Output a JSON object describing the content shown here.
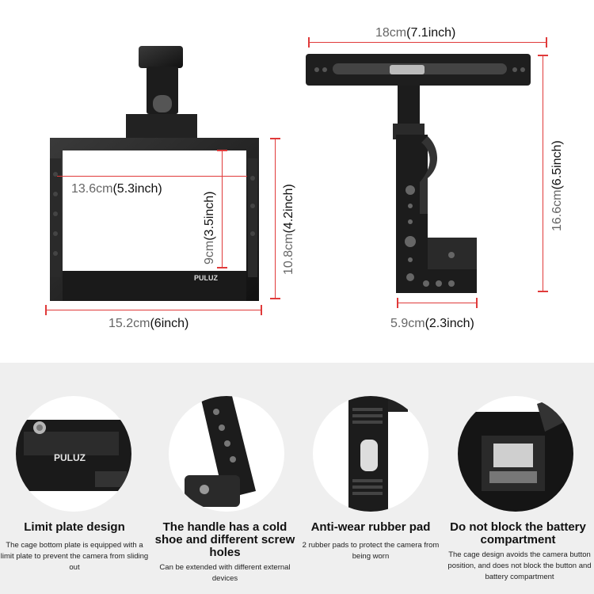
{
  "dimensions": {
    "top_width": {
      "cm": "18cm",
      "inch": "(7.1inch)"
    },
    "right_height": {
      "cm": "16.6cm",
      "inch": "(6.5inch)"
    },
    "inner_width": {
      "cm": "13.6cm",
      "inch": "(5.3inch)"
    },
    "inner_height": {
      "cm": "9cm",
      "inch": "(3.5inch)"
    },
    "outer_height": {
      "cm": "10.8cm",
      "inch": "(4.2inch)"
    },
    "outer_width": {
      "cm": "15.2cm",
      "inch": "(6inch)"
    },
    "side_depth": {
      "cm": "5.9cm",
      "inch": "(2.3inch)"
    }
  },
  "brand": "PULUZ",
  "features": [
    {
      "title": "Limit plate design",
      "desc": "The cage bottom plate is equipped with a limit plate to prevent the camera from sliding out",
      "extra": ""
    },
    {
      "title": "The handle has a cold shoe and different screw holes",
      "desc": "",
      "extra": "Can be extended with different external devices"
    },
    {
      "title": "Anti-wear rubber pad",
      "desc": "2 rubber pads to protect the camera from being worn",
      "extra": ""
    },
    {
      "title": "Do not block the battery compartment",
      "desc": "The cage design avoids the camera button position, and does not block the button and battery compartment",
      "extra": ""
    }
  ],
  "colors": {
    "dimension_line": "#e03a3a",
    "cage_metal": "#1c1c1c",
    "panel_bg": "#efefef"
  }
}
